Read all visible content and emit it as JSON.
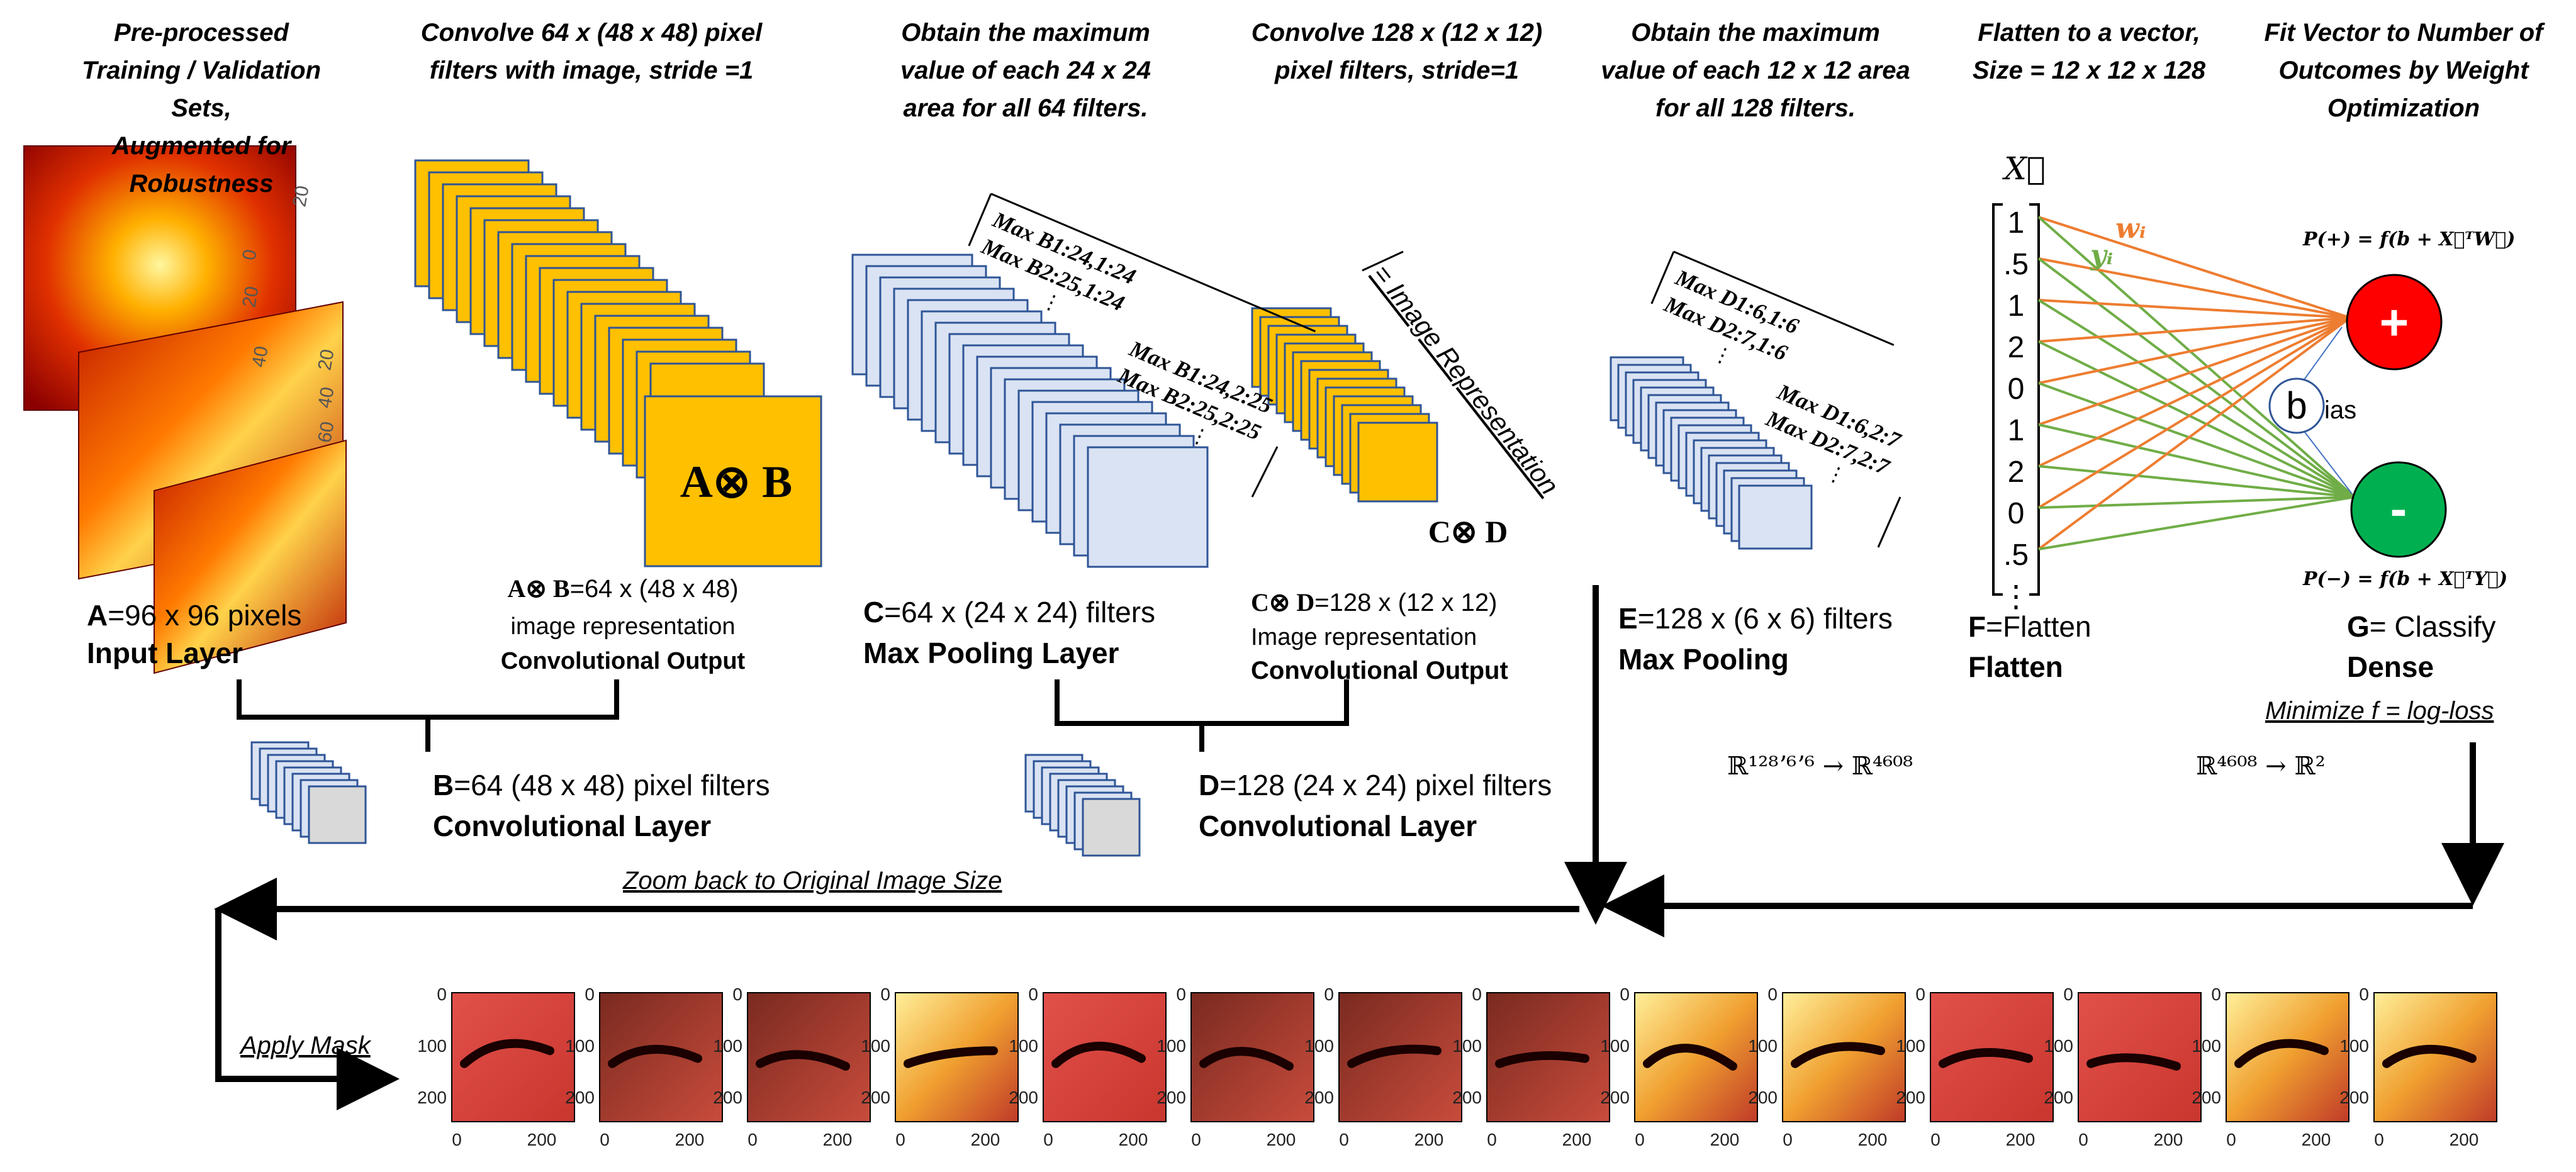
{
  "headers": {
    "input": "Pre-processed\nTraining / Validation Sets,\nAugmented for Robustness",
    "conv1": "Convolve 64 x (48 x 48) pixel\nfilters with image, stride =1",
    "pool1": "Obtain the maximum\nvalue of each 24 x 24\narea for all 64 filters.",
    "conv2": "Convolve 128 x (12 x 12)\npixel filters, stride=1",
    "pool2": "Obtain the maximum\nvalue of each 12 x 12 area\nfor all 128 filters.",
    "flatten": "Flatten to a vector,\nSize = 12 x 12 x 128",
    "dense": "Fit Vector to Number of\nOutcomes by Weight\nOptimization"
  },
  "labels": {
    "a_letter": "A",
    "a_text": "=96 x 96 pixels",
    "a_layer": "Input Layer",
    "ab_letters": "A⊗ B",
    "ab_text": "=64 x (48 x 48)",
    "ab_line2": "image representation",
    "ab_line3": "Convolutional Output",
    "b_letter": "B",
    "b_text": "=64 (48 x 48) pixel filters",
    "b_layer": "Convolutional Layer",
    "c_letter": "C",
    "c_text": "=64 x (24 x 24) filters",
    "c_layer": "Max Pooling Layer",
    "cd_letters": "C⊗ D",
    "cd_text": "=128 x (12 x 12)",
    "cd_line2": "Image representation",
    "cd_line3": "Convolutional Output",
    "d_letter": "D",
    "d_text": "=128 (24 x 24) pixel filters",
    "d_layer": "Convolutional Layer",
    "e_letter": "E",
    "e_text": "=128 x (6 x 6) filters",
    "e_layer": "Max Pooling",
    "f_letter": "F",
    "f_text": "=Flatten",
    "f_layer": "Flatten",
    "g_letter": "G",
    "g_text": "= Classify",
    "g_layer": "Dense",
    "minimize": "Minimize f = log-loss",
    "zoom": "Zoom back to Original Image Size",
    "apply_mask": "Apply Mask",
    "image_rep": "= Image Representation",
    "ab_block": "A⊗ B",
    "cd_block": "C⊗ D",
    "bias_b": "b",
    "bias_ias": "ias",
    "plus": "+",
    "minus": "-",
    "xvec": "X⃗",
    "w_i": "wᵢ",
    "y_i": "yᵢ",
    "p_plus": "P(+) = f(b + X⃗ᵀW⃗)",
    "p_minus": "P(−) = f(b + X⃗ᵀY⃗)",
    "dim1": "ℝ¹²⁸ʼ⁶ʼ⁶ → ℝ⁴⁶⁰⁸",
    "dim2": "ℝ⁴⁶⁰⁸ → ℝ²"
  },
  "vector_values": [
    "1",
    ".5",
    "1",
    "2",
    "0",
    "1",
    "2",
    "0",
    ".5",
    "⋮"
  ],
  "maxB": [
    "Max B1:24,1:24",
    "Max B2:25,1:24",
    "⋮",
    "Max B1:24,2:25",
    "Max B2:25,2:25",
    "⋮"
  ],
  "maxD": [
    "Max D1:6,1:6",
    "Max D2:7,1:6",
    "⋮",
    "Max D1:6,2:7",
    "Max D2:7,2:7",
    "⋮"
  ],
  "input_axis_ticks": [
    "20",
    "0",
    "20",
    "40",
    "20",
    "40",
    "60"
  ],
  "panel_axis": {
    "y_ticks": [
      "0",
      "100",
      "200"
    ],
    "x_ticks": [
      "0",
      "200"
    ]
  },
  "output_panels": 14,
  "colors": {
    "filter_orange": "#ffc000",
    "filter_blue": "#dae3f3",
    "filter_edge": "#2f5597",
    "plus_red": "#ff0000",
    "minus_green": "#00b050",
    "weight_orange": "#ed7d31",
    "weight_green": "#70ad47",
    "arrow": "#000000"
  }
}
